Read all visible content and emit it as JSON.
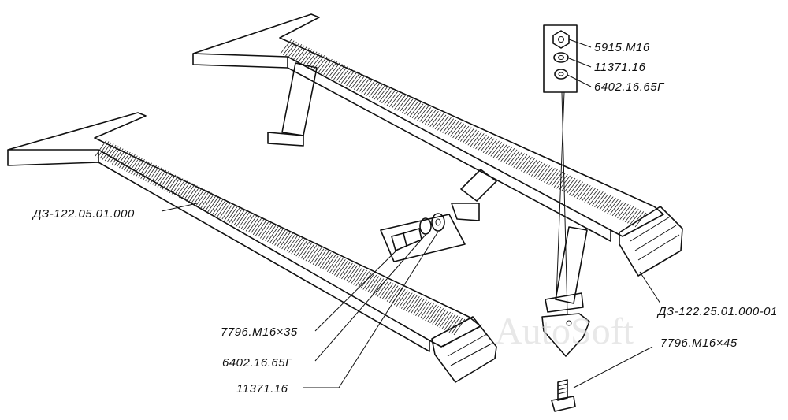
{
  "labels": {
    "nut": "5915.М16",
    "washer_top": "11371.16",
    "spring_washer_top": "6402.16.65Г",
    "left_runner": "ДЗ-122.05.01.000",
    "right_runner": "ДЗ-122.25.01.000-01",
    "bolt_right": "7796.М16×45",
    "bolt_left": "7796.М16×35",
    "spring_washer_left": "6402.16.65Г",
    "washer_left": "11371.16"
  },
  "watermark": "AutoSoft",
  "colors": {
    "ink": "#111111",
    "paper": "#ffffff",
    "watermark": "#d9d9d9"
  }
}
